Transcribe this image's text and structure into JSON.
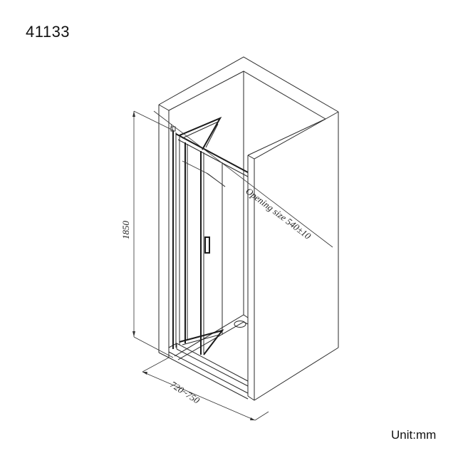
{
  "drawing": {
    "model_code": "41133",
    "unit_label": "Unit:mm",
    "subject": "Bi-fold shower door installed in alcove (isometric view)",
    "line_color": "#2a2a2a",
    "background": "#ffffff"
  },
  "dimensions": {
    "height": {
      "label": "1850",
      "value": 1850,
      "unit": "mm"
    },
    "width": {
      "label": "720~750",
      "min": 720,
      "max": 750,
      "unit": "mm"
    },
    "opening": {
      "label": "Opening size  540±10",
      "value": 540,
      "tolerance": 10,
      "unit": "mm"
    }
  },
  "components": [
    {
      "name": "left-wall"
    },
    {
      "name": "back-wall"
    },
    {
      "name": "right-wall"
    },
    {
      "name": "bifold-door-panel-left"
    },
    {
      "name": "bifold-door-panel-right"
    },
    {
      "name": "door-handle"
    },
    {
      "name": "shower-tray"
    },
    {
      "name": "drain"
    }
  ]
}
